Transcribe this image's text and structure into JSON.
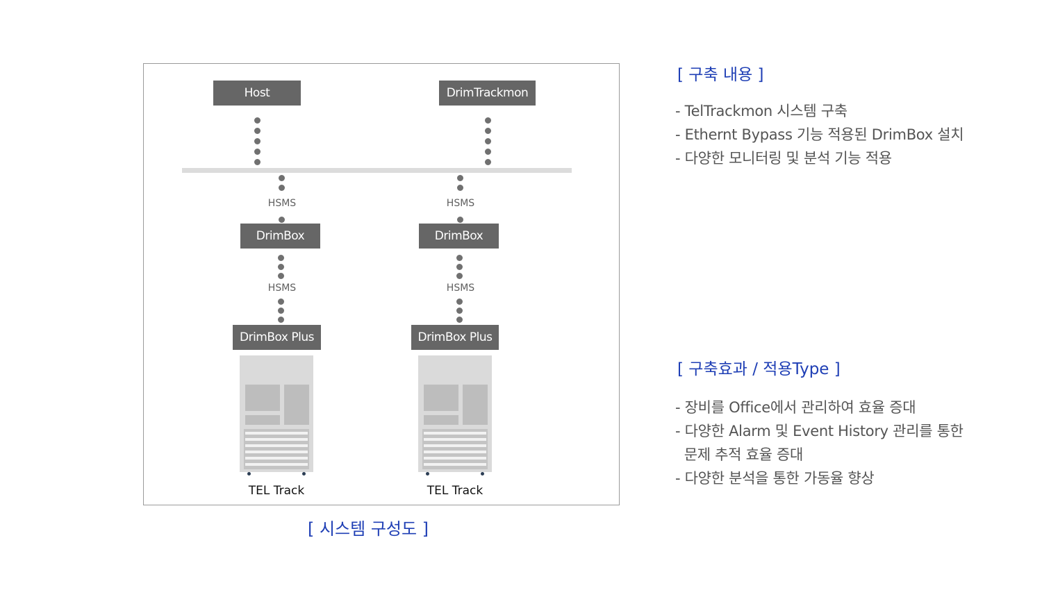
{
  "diagram": {
    "nodes": {
      "host": "Host",
      "drimtrackmon": "DrimTrackmon",
      "drimbox_left": "DrimBox",
      "drimbox_right": "DrimBox",
      "drimboxplus_left": "DrimBox Plus",
      "drimboxplus_right": "DrimBox Plus"
    },
    "links": {
      "hsms_upper_left": "HSMS",
      "hsms_upper_right": "HSMS",
      "hsms_lower_left": "HSMS",
      "hsms_lower_right": "HSMS"
    },
    "equipment": {
      "left": "TEL Track",
      "right": "TEL Track"
    },
    "caption": "[ 시스템 구성도 ]"
  },
  "construction": {
    "title": "[ 구축 내용 ]",
    "items": [
      "- TelTrackmon 시스템 구축",
      "- Ethernt Bypass 기능 적용된 DrimBox 설치",
      "- 다양한 모니터링 및 분석 기능 적용"
    ]
  },
  "effects": {
    "title": "[ 구축효과 / 적용Type ]",
    "items": [
      "- 장비를 Office에서 관리하여 효율 증대",
      "- 다양한 Alarm 및 Event History 관리를 통한",
      "  문제 추적 효율 증대",
      "- 다양한 분석을 통한 가동율 향상"
    ]
  },
  "colors": {
    "node_fill": "#666666",
    "accent_blue": "#1f3fb5",
    "bus": "#dcdcdc",
    "body_text": "#545454"
  }
}
